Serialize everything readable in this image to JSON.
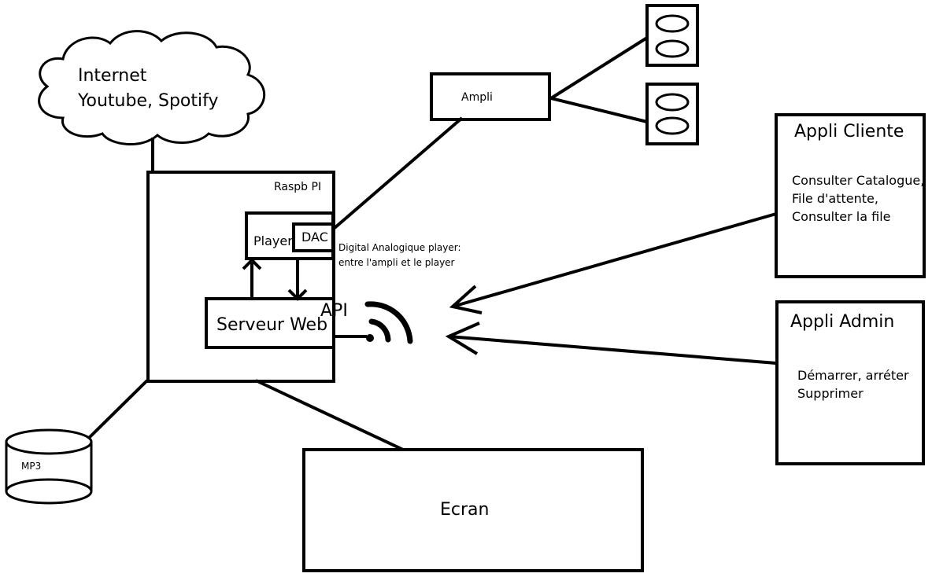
{
  "cloud": {
    "line1": "Internet",
    "line2": "Youtube, Spotify"
  },
  "raspberry": {
    "title": "Raspb PI"
  },
  "player": {
    "label": "Player"
  },
  "dac": {
    "label": "DAC",
    "note_line1": "Digital Analogique player:",
    "note_line2": "entre l'ampli et le player"
  },
  "server": {
    "label": "Serveur Web"
  },
  "api": {
    "label": "API"
  },
  "ampli": {
    "label": "Ampli"
  },
  "storage": {
    "label": "MP3"
  },
  "screen": {
    "label": "Ecran"
  },
  "client_app": {
    "title": "Appli Cliente",
    "lines": [
      "Consulter Catalogue,",
      "File d'attente,",
      "Consulter la file"
    ]
  },
  "admin_app": {
    "title": "Appli Admin",
    "lines": [
      "Démarrer, arréter",
      "Supprimer"
    ]
  },
  "icons": {
    "wifi": "wifi-icon",
    "speaker": "speaker-icon",
    "database": "database-icon",
    "cloud": "cloud-icon"
  }
}
